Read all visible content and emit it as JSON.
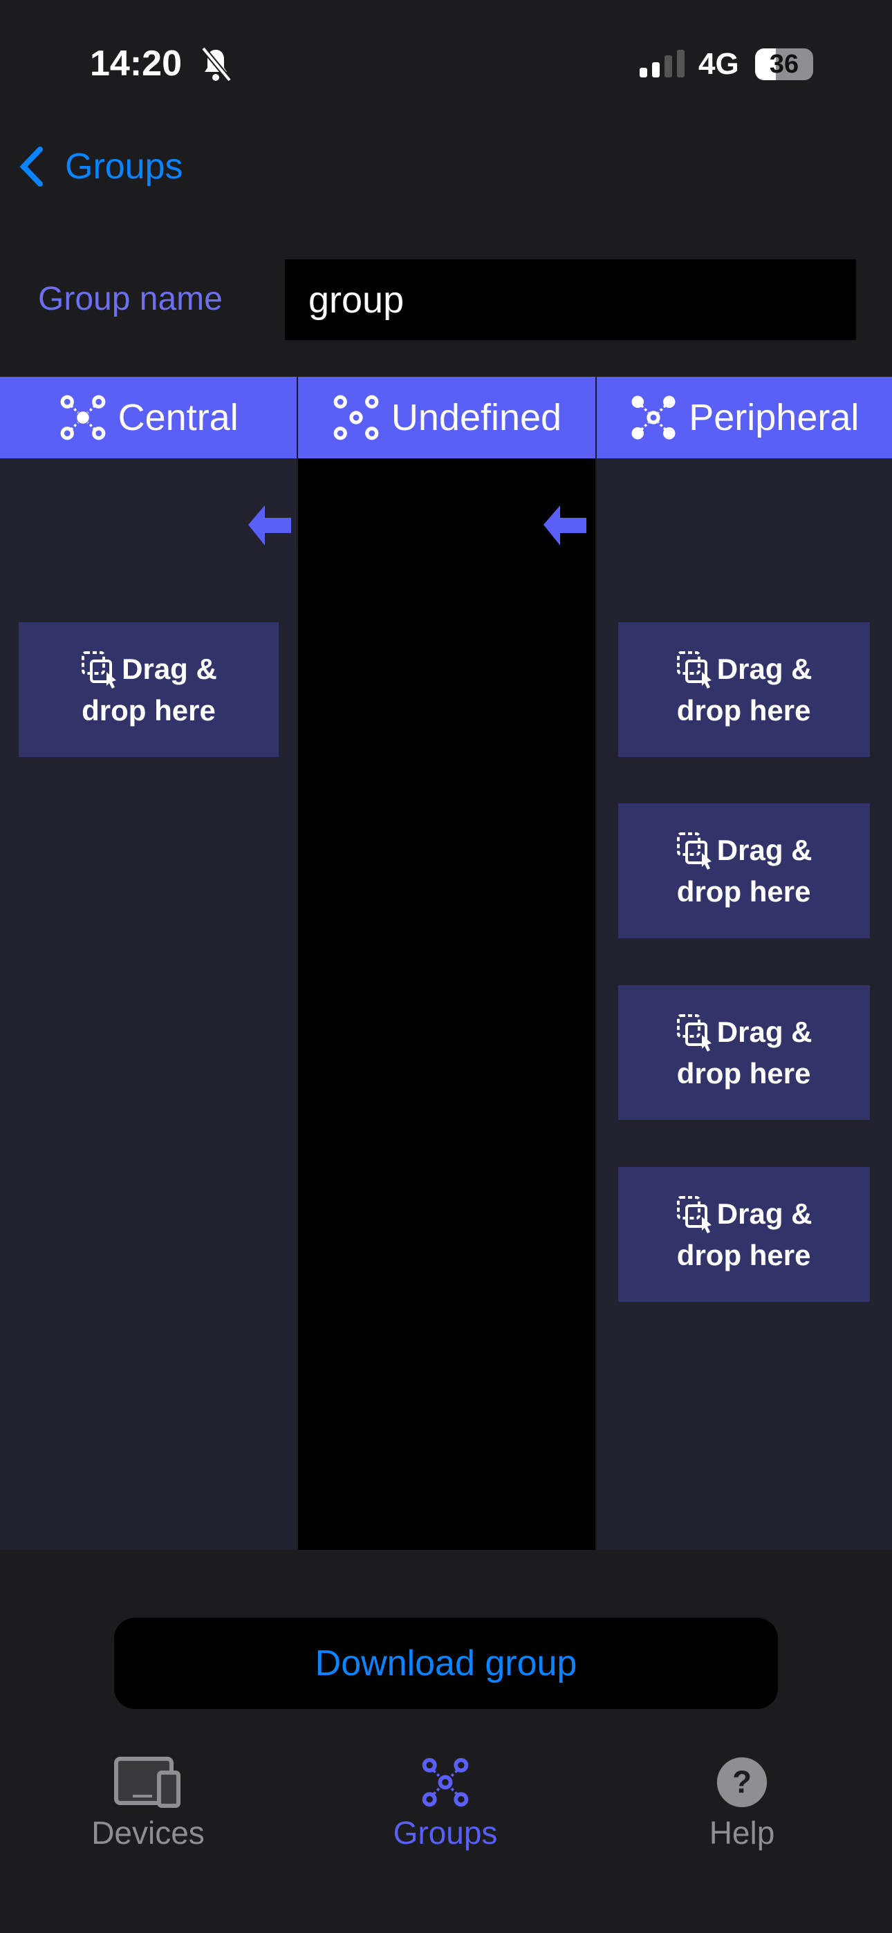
{
  "status_bar": {
    "time": "14:20",
    "network": "4G",
    "battery": "36"
  },
  "nav": {
    "back_label": "Groups"
  },
  "group_name": {
    "label": "Group name",
    "value": "group"
  },
  "columns": [
    {
      "title": "Central",
      "drop_boxes": [
        {
          "line1": "Drag &",
          "line2": "drop here"
        }
      ]
    },
    {
      "title": "Undefined",
      "drop_boxes": []
    },
    {
      "title": "Peripheral",
      "drop_boxes": [
        {
          "line1": "Drag &",
          "line2": "drop here"
        },
        {
          "line1": "Drag &",
          "line2": "drop here"
        },
        {
          "line1": "Drag &",
          "line2": "drop here"
        },
        {
          "line1": "Drag &",
          "line2": "drop here"
        }
      ]
    }
  ],
  "download_button": "Download group",
  "tab_bar": [
    {
      "label": "Devices",
      "icon": "devices-icon"
    },
    {
      "label": "Groups",
      "icon": "network-icon",
      "active": true
    },
    {
      "label": "Help",
      "icon": "help-icon"
    }
  ],
  "colors": {
    "accent": "#5a5ff5",
    "link": "#0a84ff",
    "drop_box": "#323369"
  }
}
